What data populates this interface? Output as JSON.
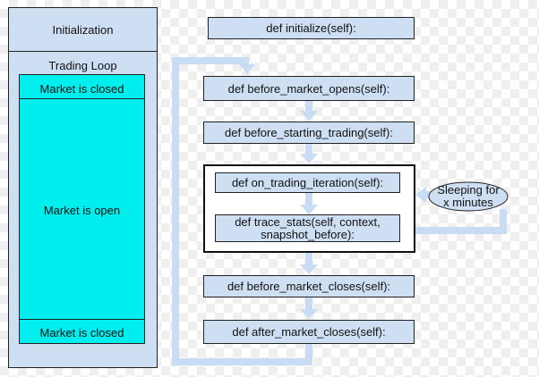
{
  "colors": {
    "box_fill": "#cfdff3",
    "box_border": "#222222",
    "open_fill": "#00eeee",
    "arrow": "#c8dcf4",
    "ellipse_fill": "#cfdff3"
  },
  "left_panel": {
    "initialization": "Initialization",
    "trading_loop": "Trading Loop",
    "market_closed_top": "Market is closed",
    "market_open": "Market is open",
    "market_closed_bottom": "Market is closed"
  },
  "flow": {
    "initialize": "def initialize(self):",
    "before_market_opens": "def before_market_opens(self):",
    "before_starting_trading": "def before_starting_trading(self):",
    "on_trading_iteration": "def on_trading_iteration(self):",
    "trace_stats_line1": "def trace_stats(self, context,",
    "trace_stats_line2": "snapshot_before):",
    "before_market_closes": "def before_market_closes(self):",
    "after_market_closes": "def after_market_closes(self):"
  },
  "sleeping": {
    "line1": "Sleeping for",
    "line2": "x minutes"
  }
}
